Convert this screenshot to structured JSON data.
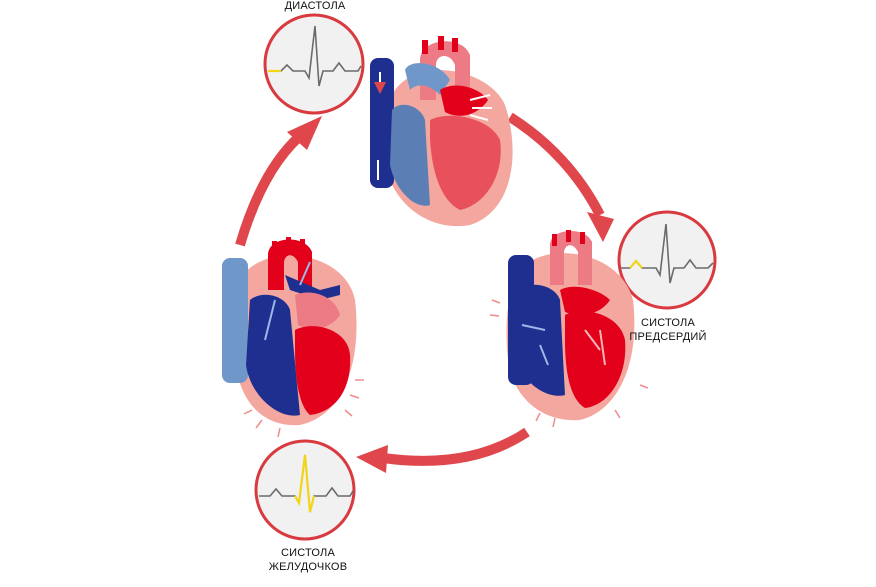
{
  "labels": {
    "diastole": "ДИАСТОЛА",
    "atrial_systole_line1": "СИСТОЛА",
    "atrial_systole_line2": "ПРЕДСЕРДИЙ",
    "ventricular_systole_line1": "СИСТОЛА",
    "ventricular_systole_line2": "ЖЕЛУДОЧКОВ"
  },
  "colors": {
    "cycle_arrow": "#e0474c",
    "circle_border": "#d83a3f",
    "circle_fill": "#f1f1f1",
    "ecg_trace": "#6b6b6b",
    "ecg_highlight": "#f2d418",
    "oxygenated": "#e2001a",
    "deoxygenated": "#1e2f8f",
    "muscle": "#f4a79f",
    "vessel_light_blue": "#6f97c9",
    "vessel_pink": "#ec7b86"
  }
}
